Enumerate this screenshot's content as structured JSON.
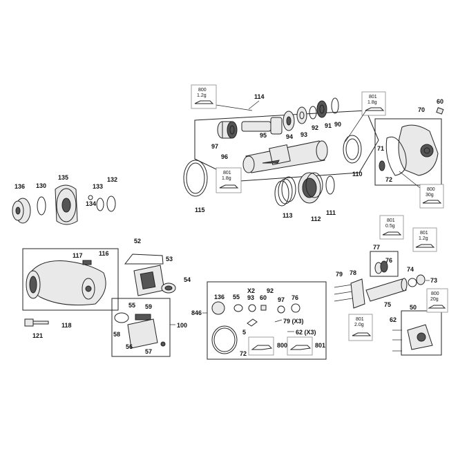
{
  "lubricant_boxes": {
    "g800_1_2": {
      "code": "800",
      "weight": "1.2g"
    },
    "g801_1_8_top": {
      "code": "801",
      "weight": "1.8g"
    },
    "g801_1_8_left": {
      "code": "801",
      "weight": "1.8g"
    },
    "g800_30": {
      "code": "800",
      "weight": "30g"
    },
    "g801_0_5": {
      "code": "801",
      "weight": "0.5g"
    },
    "g801_1_2": {
      "code": "801",
      "weight": "1.2g"
    },
    "g801_2_0": {
      "code": "801",
      "weight": "2.0g"
    },
    "g800_20": {
      "code": "800",
      "weight": "20g"
    }
  },
  "parts": {
    "p114": "114",
    "p97": "97",
    "p96": "96",
    "p95": "95",
    "p94": "94",
    "p93": "93",
    "p92": "92",
    "p91": "91",
    "p90": "90",
    "p110": "110",
    "p115": "115",
    "p113": "113",
    "p112": "112",
    "p111": "111",
    "p70": "70",
    "p60": "60",
    "p71": "71",
    "p72": "72",
    "p136": "136",
    "p130": "130",
    "p135": "135",
    "p133": "133",
    "p132": "132",
    "p134": "134",
    "p52": "52",
    "p53": "53",
    "p54": "54",
    "p117": "117",
    "p116": "116",
    "p118": "118",
    "p121": "121",
    "p55": "55",
    "p59": "59",
    "p58": "58",
    "p56": "56",
    "p57": "57",
    "p100": "100",
    "p846": "846",
    "k136": "136",
    "k55": "55",
    "kx2": "X2",
    "k93": "93",
    "k60": "60",
    "k92": "92",
    "k97": "97",
    "k76": "76",
    "k5": "5",
    "k79": "79 (X3)",
    "k62": "62 (X3)",
    "k800": "800",
    "k801": "801",
    "k72": "72",
    "p77": "77",
    "p76": "76",
    "p74": "74",
    "p73": "73",
    "p79": "79",
    "p78": "78",
    "p75": "75",
    "p62": "62",
    "p50": "50"
  }
}
